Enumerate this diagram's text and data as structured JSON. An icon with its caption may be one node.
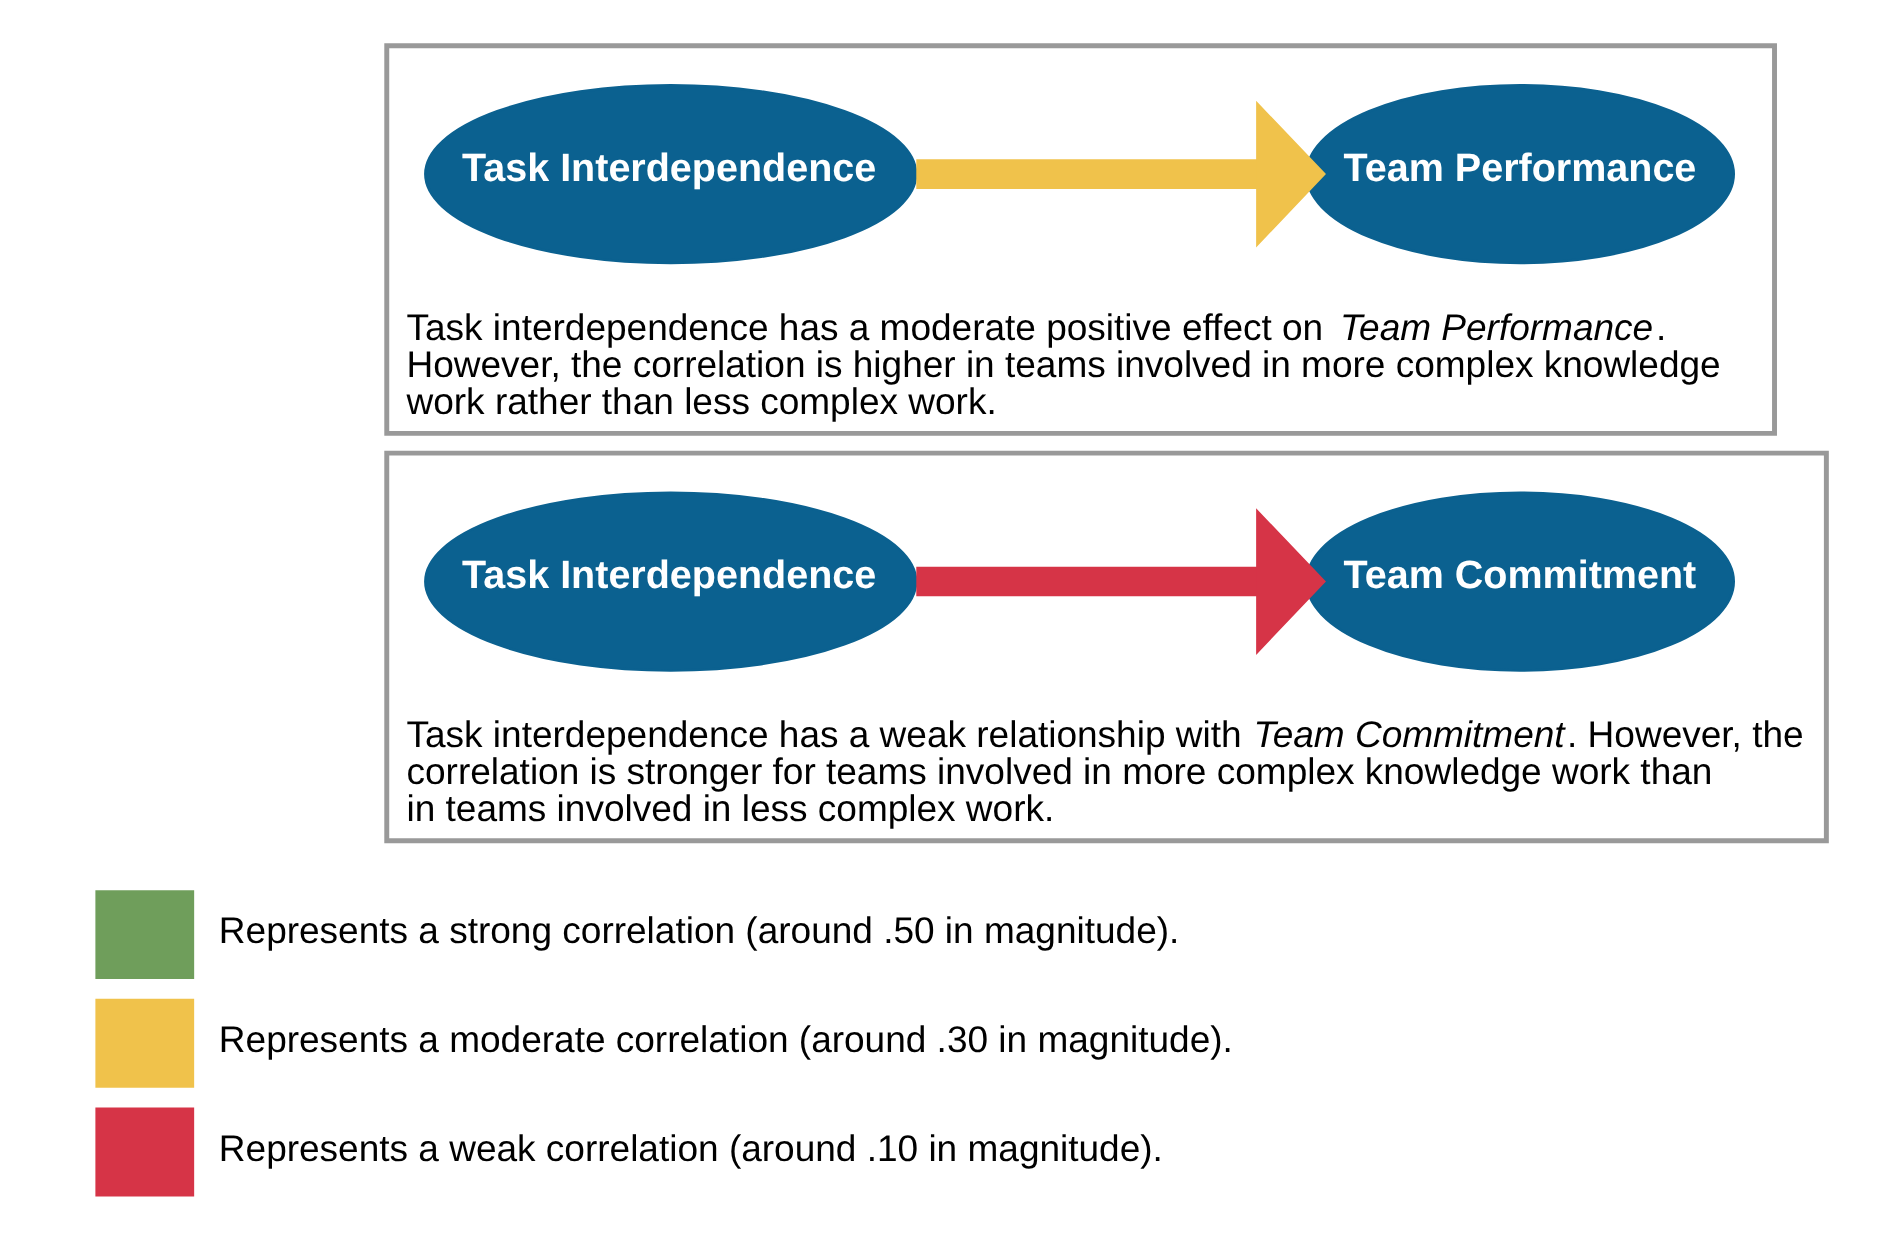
{
  "diagram": {
    "nodes": [
      {
        "text": [
          "Task interdependence has a moderate positive effect on *Team Performance*. However, the correlation is higher in teams involved in more complex knowledge work rather than less complex work."
        ]
      },
      {
        "text": [
          "Task Interdependence"
        ],
        "in": 0
      },
      {
        "text": [
          "Team Performance"
        ],
        "in": 0
      },
      {
        "text": [
          "Task interdependence has a weak relationship with *Team Commitment*. However, the correlation is stronger for teams involved in more complex knowledge work than in teams involved in less complex work."
        ]
      },
      {
        "text": [
          "Task Interdependence"
        ],
        "in": 3
      },
      {
        "text": [
          "Team Commitment"
        ],
        "in": 3
      }
    ],
    "edges": [
      {
        "from": 1,
        "to": 2,
        "arrow": "to",
        "color": "#f0c24b"
      },
      {
        "from": 4,
        "to": 5,
        "arrow": "to",
        "color": "#d63447"
      }
    ],
    "legend": [
      {
        "text": "Represents a strong correlation (around .50 in magnitude).",
        "color": "#6f9e5b"
      },
      {
        "text": "Represents a moderate correlation (around .30 in magnitude).",
        "color": "#f0c24b"
      },
      {
        "text": "Represents a weak correlation (around .10 in magnitude).",
        "color": "#d63447"
      }
    ]
  }
}
